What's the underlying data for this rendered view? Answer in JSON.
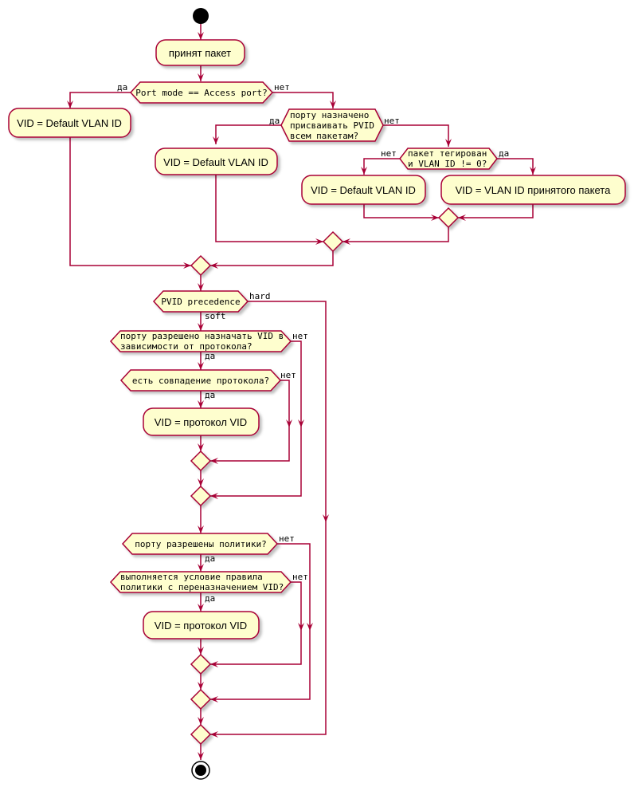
{
  "diagram": {
    "colors": {
      "fill": "#FEFECE",
      "stroke": "#A80036",
      "shadow": "#c8c8c8",
      "text": "#000000"
    },
    "activities": {
      "receive_packet": "принят пакет",
      "access_default_vlan": "VID = Default VLAN ID",
      "pvid_default_vlan": "VID = Default VLAN ID",
      "untagged_default_vlan": "VID = Default VLAN ID",
      "tagged_vlan": "VID = VLAN ID принятого пакета",
      "protocol_vid_1": "VID = протокол VID",
      "protocol_vid_2": "VID = протокол VID"
    },
    "conditions": {
      "port_mode": "Port mode == Access port?",
      "pvid_all_line1": "порту назначено",
      "pvid_all_line2": "присваивать PVID",
      "pvid_all_line3": "всем пакетам?",
      "tagged_line1": "пакет тегирован",
      "tagged_line2": "и VLAN ID != 0?",
      "pvid_precedence": "PVID precedence",
      "proto_allowed_line1": "порту разрешено назначать VID в",
      "proto_allowed_line2": "зависимости от протокола?",
      "proto_match": "есть совпадение протокола?",
      "policy_allowed": "порту разрешены политики?",
      "policy_rule_line1": "выполняется условие правила",
      "policy_rule_line2": "политики с переназначением VID?"
    },
    "labels": {
      "yes": "да",
      "no": "нет",
      "hard": "hard",
      "soft": "soft"
    }
  }
}
